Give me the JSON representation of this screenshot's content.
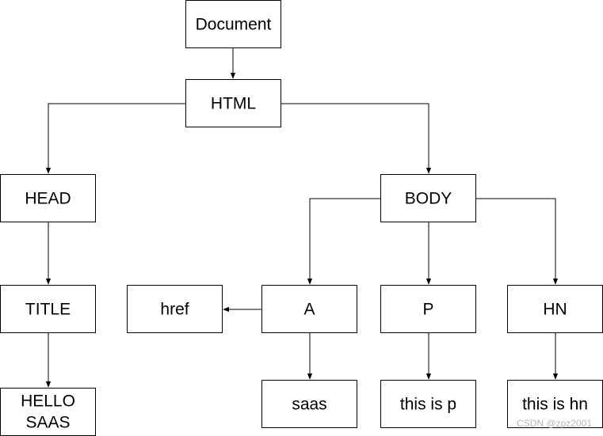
{
  "diagram": {
    "nodes": {
      "document": "Document",
      "html": "HTML",
      "head": "HEAD",
      "body": "BODY",
      "title": "TITLE",
      "hello_saas": [
        "HELLO",
        "SAAS"
      ],
      "href": "href",
      "a": "A",
      "p": "P",
      "hn": "HN",
      "saas": "saas",
      "this_is_p": "this is p",
      "this_is_hn": "this is hn"
    },
    "edges": [
      {
        "from": "document",
        "to": "html"
      },
      {
        "from": "html",
        "to": "head"
      },
      {
        "from": "html",
        "to": "body"
      },
      {
        "from": "head",
        "to": "title"
      },
      {
        "from": "title",
        "to": "hello_saas"
      },
      {
        "from": "body",
        "to": "a"
      },
      {
        "from": "body",
        "to": "p"
      },
      {
        "from": "body",
        "to": "hn"
      },
      {
        "from": "a",
        "to": "href"
      },
      {
        "from": "a",
        "to": "saas"
      },
      {
        "from": "p",
        "to": "this_is_p"
      },
      {
        "from": "hn",
        "to": "this_is_hn"
      }
    ]
  },
  "watermark": "CSDN @zpz2001"
}
